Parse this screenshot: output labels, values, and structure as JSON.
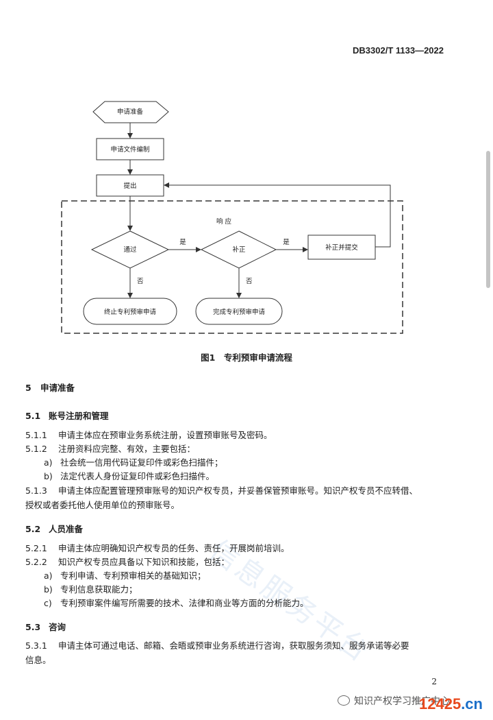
{
  "header": {
    "doc_code": "DB3302/T 1133—2022"
  },
  "flowchart": {
    "prep": "申请准备",
    "compile": "申请文件编制",
    "submit": "提出",
    "respond": "响 应",
    "pass": "通过",
    "correct": "补正",
    "correct_submit": "补正并提交",
    "terminate": "终止专利预审申请",
    "complete": "完成专利预审申请",
    "yes1": "是",
    "yes2": "是",
    "no1": "否",
    "no2": "否"
  },
  "caption": "图1　专利预审申请流程",
  "sections": {
    "s5": {
      "num": "5",
      "title": "申请准备"
    },
    "s51": {
      "num": "5.1",
      "title": "账号注册和管理"
    },
    "p511": {
      "num": "5.1.1",
      "text": "申请主体应在预审业务系统注册，设置预审账号及密码。"
    },
    "p512": {
      "num": "5.1.2",
      "text": "注册资料应完整、有效，主要包括："
    },
    "p512a": {
      "num": "a)",
      "text": "社会统一信用代码证复印件或彩色扫描件；"
    },
    "p512b": {
      "num": "b)",
      "text": "法定代表人身份证复印件或彩色扫描件。"
    },
    "p513": {
      "num": "5.1.3",
      "line1": "申请主体应配置管理预审账号的知识产权专员，并妥善保管预审账号。知识产权专员不应转借、",
      "line2": "授权或者委托他人使用单位的预审账号。"
    },
    "s52": {
      "num": "5.2",
      "title": "人员准备"
    },
    "p521": {
      "num": "5.2.1",
      "text": "申请主体应明确知识产权专员的任务、责任，开展岗前培训。"
    },
    "p522": {
      "num": "5.2.2",
      "text": "知识产权专员应具备以下知识和技能，包括："
    },
    "p522a": {
      "num": "a)",
      "text": "专利申请、专利预审相关的基础知识；"
    },
    "p522b": {
      "num": "b)",
      "text": "专利信息获取能力；"
    },
    "p522c": {
      "num": "c)",
      "text": "专利预审案件编写所需要的技术、法律和商业等方面的分析能力。"
    },
    "s53": {
      "num": "5.3",
      "title": "咨询"
    },
    "p531": {
      "num": "5.3.1",
      "line1": "申请主体可通过电话、邮箱、会晤或预审业务系统进行咨询，获取服务须知、服务承诺等必要",
      "line2": "信息。"
    }
  },
  "page_number": "2",
  "footer": {
    "wechat_name": "知识产权学习推广中心",
    "logo_num": "12425",
    "logo_dom": ".cn"
  },
  "watermark": "信息服务平台"
}
